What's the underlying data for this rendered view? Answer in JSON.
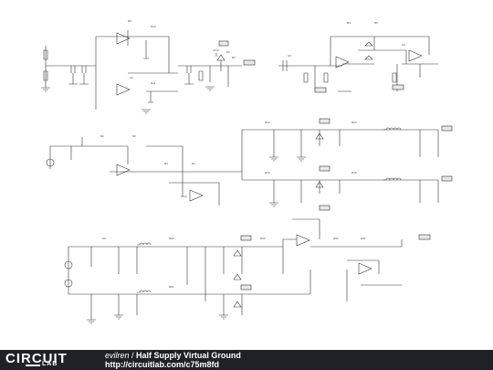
{
  "footer": {
    "logo_text": "CIRCUIT",
    "logo_sub": "LAB",
    "author": "evilren",
    "separator": " / ",
    "title": "Half Supply Virtual Ground",
    "url": "http://circuitlab.com/c75m8fd"
  },
  "schematic": {
    "wire_color": "#333333",
    "component_color": "#222222",
    "label_color": "#555555",
    "tag_color": "#e9e9e9"
  }
}
